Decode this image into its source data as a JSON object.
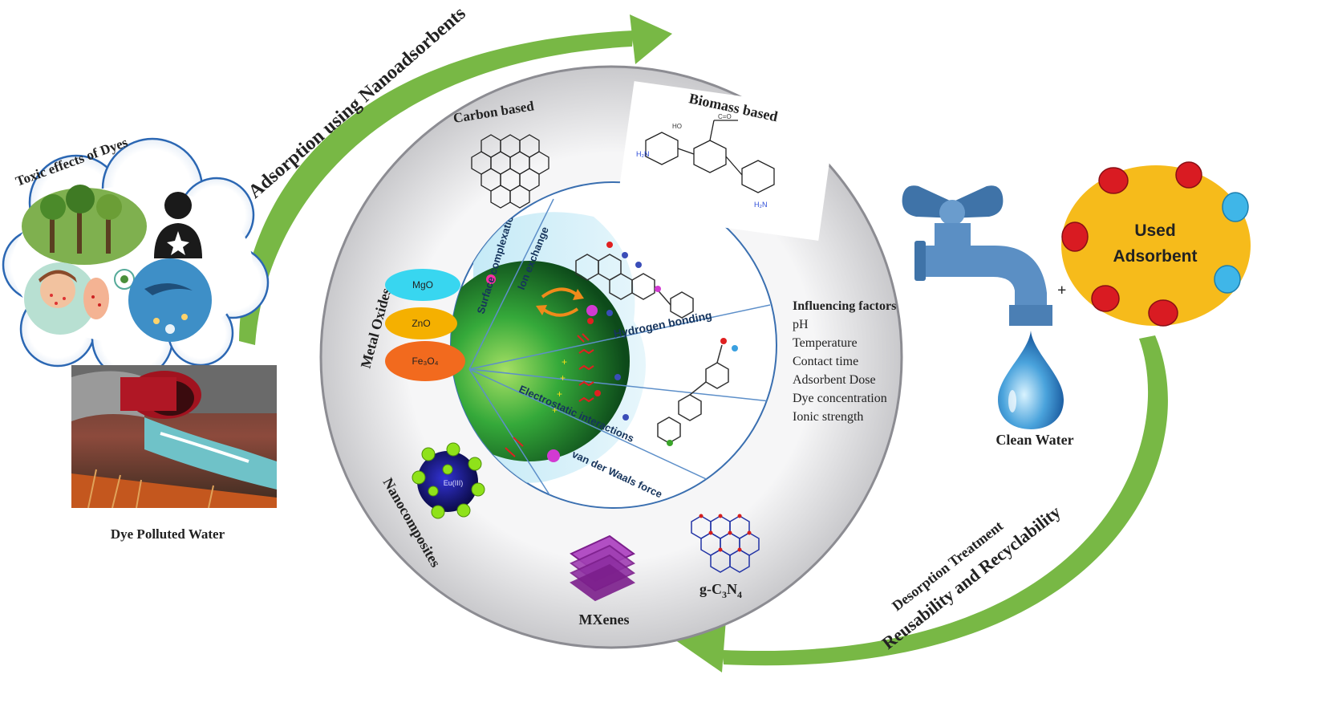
{
  "labels": {
    "toxic_effects": "Toxic effects of Dyes",
    "adsorption": "Adsorption  using Nanoadsorbents",
    "dye_polluted": "Dye Polluted Water",
    "carbon_based": "Carbon based",
    "biomass_based": "Biomass based",
    "metal_oxides": "Metal Oxides",
    "nanocomposites": "Nanocomposites",
    "mxenes": "MXenes",
    "gcn_main": "g-C",
    "gcn_sub1": "3",
    "gcn_mid": "N",
    "gcn_sub2": "4",
    "clean_water": "Clean Water",
    "used_adsorbent_1": "Used",
    "used_adsorbent_2": "Adsorbent",
    "plus": "+",
    "desorption": "Desorption  Treatment",
    "reusability": "Reusability and Recyclability",
    "eu_label": "Eu(III)"
  },
  "metal_oxides": [
    {
      "label": "MgO",
      "color": "#38d6f0"
    },
    {
      "label": "ZnO",
      "color": "#f5b000"
    },
    {
      "label": "Fe₃O₄",
      "color": "#f26a1e"
    }
  ],
  "mechanisms": {
    "surface": "Surface complexation",
    "ion": "Ion exchange",
    "hydrogen": "Hydrogen bonding",
    "electrostatic": "Electrostatic interactions",
    "vdw": "van der Waals force"
  },
  "factors": {
    "title": "Influencing factors",
    "items": [
      "pH",
      "Temperature",
      "Contact time",
      "Adsorbent Dose",
      "Dye concentration",
      "Ionic strength"
    ]
  },
  "colors": {
    "arrow_green": "#78b845",
    "ring_grey": "#d7d7da",
    "inner_circle": "#ffffff",
    "sphere_green": "#2e9e33",
    "tap_blue": "#5b8fc4",
    "drop_blue": "#2f7fc0",
    "adsorbent_yellow": "#f6bb1b",
    "dot_red": "#d91b22",
    "dot_blue": "#3fb6e8"
  }
}
